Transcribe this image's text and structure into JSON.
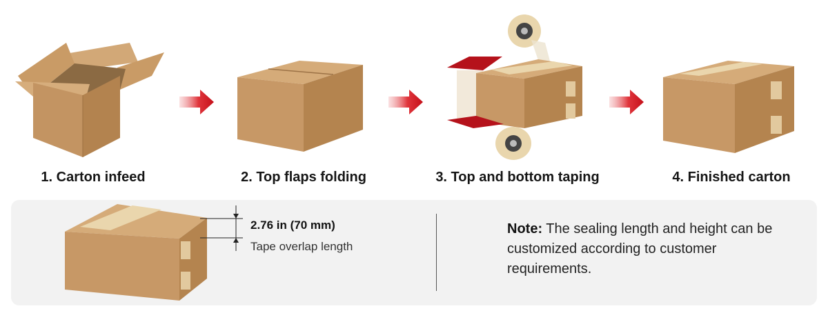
{
  "steps": [
    {
      "label": "1. Carton infeed",
      "icon": "open-carton-icon"
    },
    {
      "label": "2. Top flaps folding",
      "icon": "folded-carton-icon"
    },
    {
      "label": "3. Top and bottom taping",
      "icon": "taping-machine-icon"
    },
    {
      "label": "4. Finished carton",
      "icon": "taped-carton-icon"
    }
  ],
  "dimension": {
    "value": "2.76 in (70 mm)",
    "caption": "Tape overlap length"
  },
  "note": {
    "heading": "Note:",
    "text": " The sealing length and height can be customized according to customer requirements."
  },
  "colors": {
    "arrow": "#d8141e",
    "cardboard": "#c89f6f",
    "tape": "#e8d3a9",
    "panel": "#f2f2f2"
  }
}
